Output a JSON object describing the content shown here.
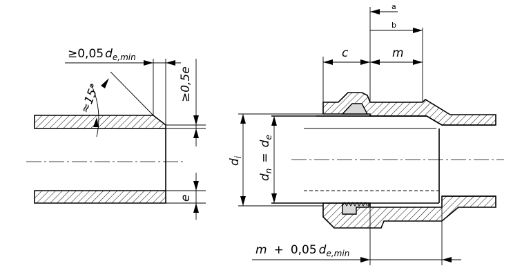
{
  "labels": {
    "chamfer_len": "≥0,05",
    "chamfer_len_sym": "d",
    "chamfer_len_sub": "e,min",
    "angle": "≈15°",
    "chamfer_depth": "≥0,5e",
    "wall": "e",
    "c": "c",
    "m": "m",
    "a": "a",
    "b": "b",
    "di": "d",
    "di_sub": "i",
    "dn": "d",
    "dn_sub": "n",
    "eq": "=",
    "de": "d",
    "de_sub": "e",
    "insert_m": "m",
    "insert_plus": "+",
    "insert_val": "0,05",
    "insert_sym": "d",
    "insert_sub": "e,min"
  }
}
